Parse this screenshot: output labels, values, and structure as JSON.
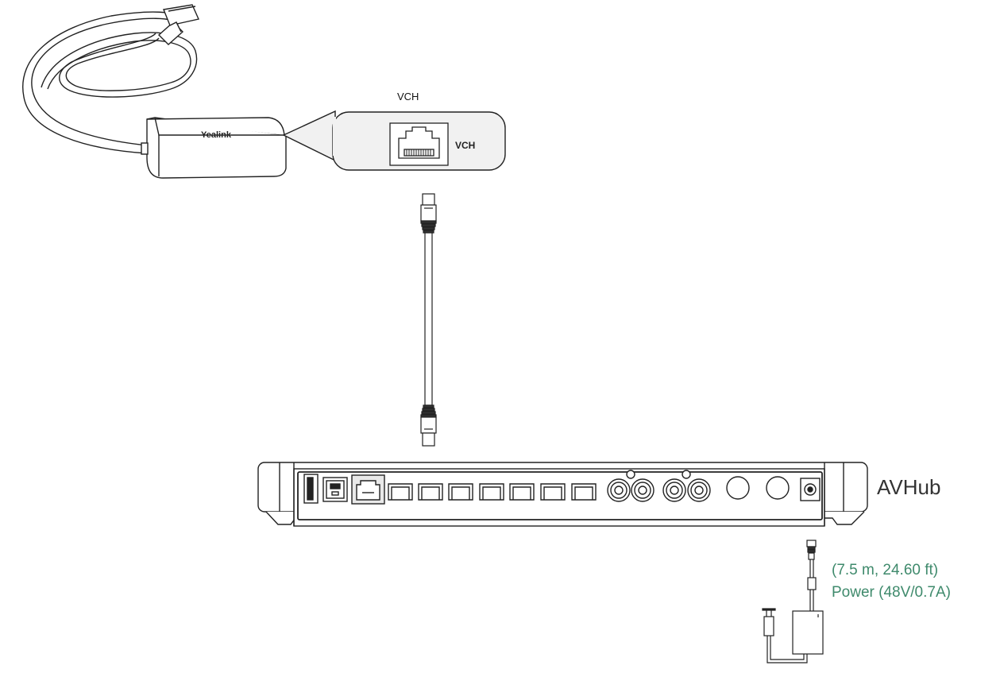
{
  "diagram": {
    "vch_device": {
      "brand": "Yealink"
    },
    "vch_callout": {
      "title": "VCH",
      "port_label": "VCH"
    },
    "avhub": {
      "label": "AVHub"
    },
    "power_adapter": {
      "cable_length": "(7.5 m, 24.60 ft)",
      "spec": "Power (48V/0.7A)"
    }
  }
}
